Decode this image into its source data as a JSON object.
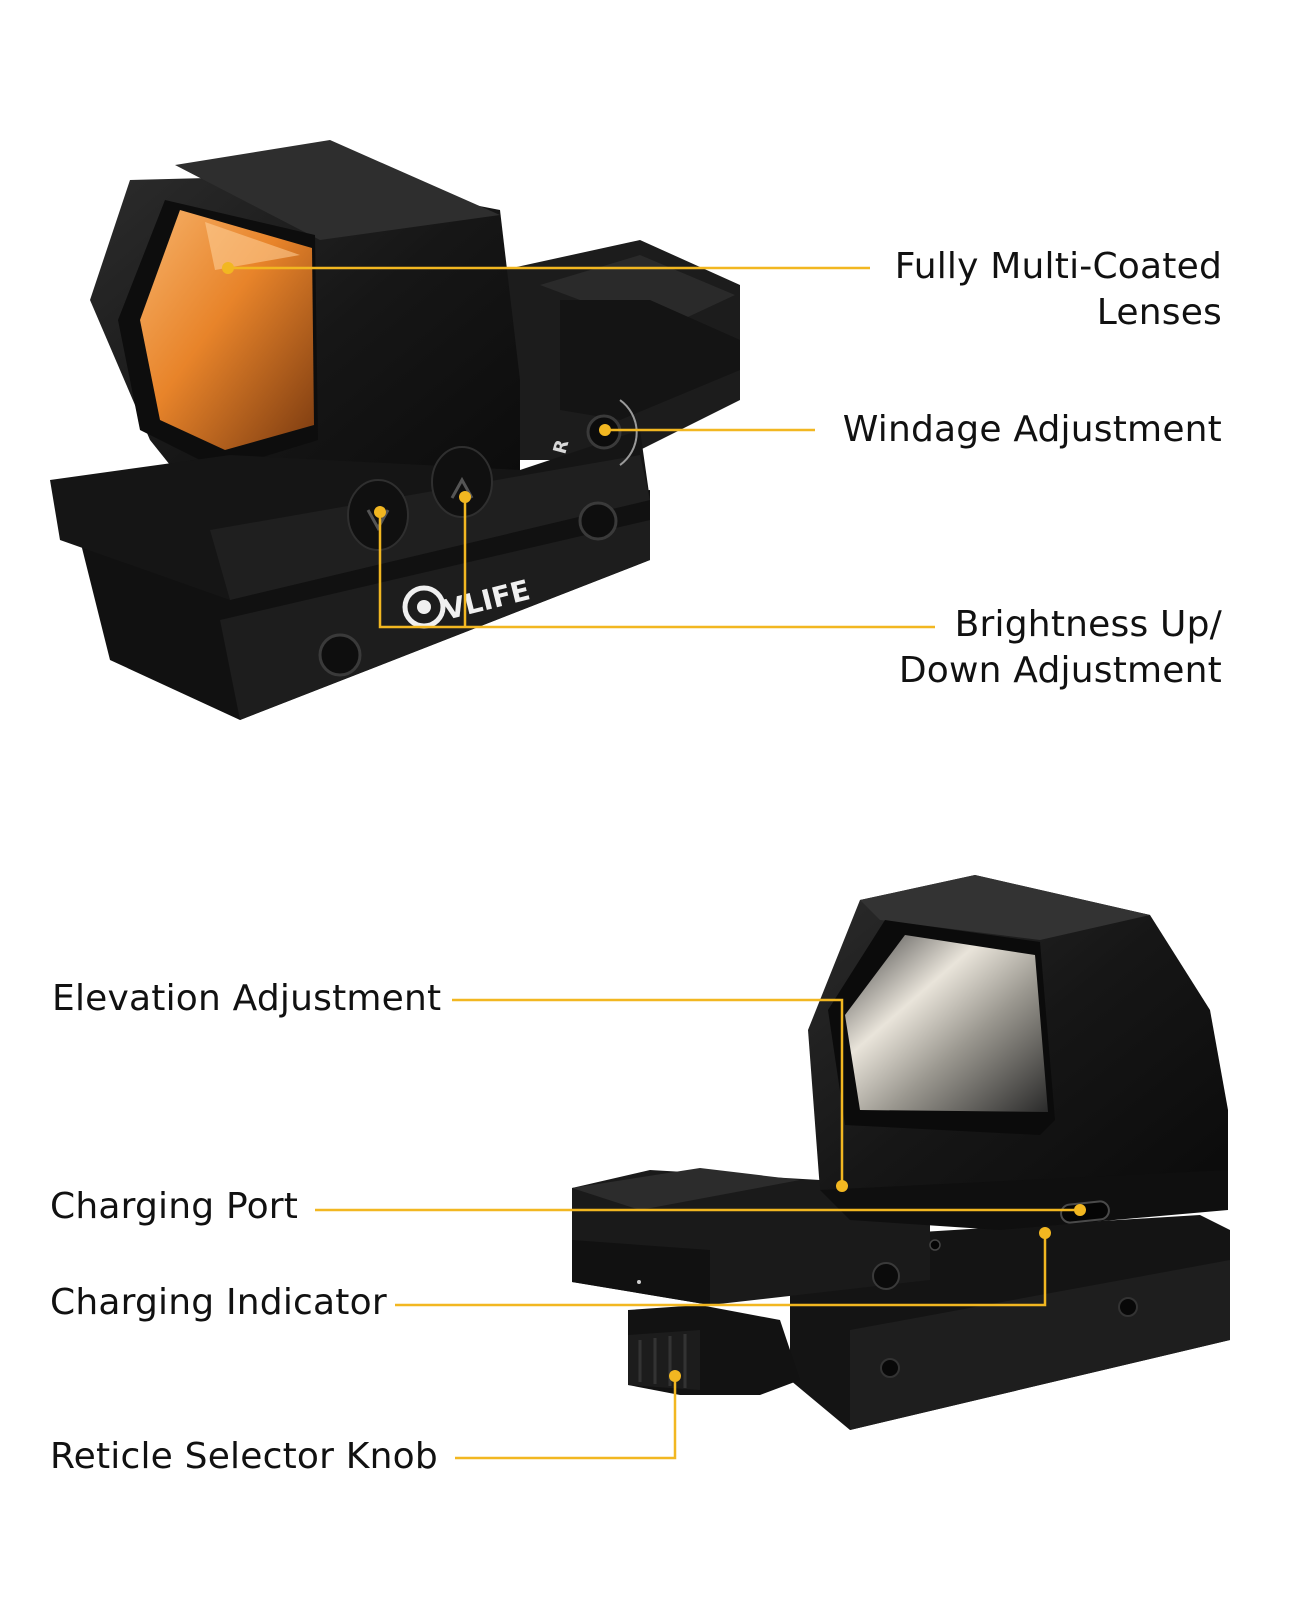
{
  "colors": {
    "accent": "#f2b721",
    "body": "#161616",
    "lens": "#e8842a"
  },
  "brand": {
    "logo_text": "VLIFE",
    "logo_mark": "CVLIFE logo",
    "mark_r": "R"
  },
  "callouts_top": [
    {
      "id": "lenses",
      "lines": [
        "Fully Multi-Coated",
        "Lenses"
      ]
    },
    {
      "id": "windage",
      "lines": [
        "Windage Adjustment"
      ]
    },
    {
      "id": "brightness",
      "lines": [
        "Brightness Up/",
        "Down Adjustment"
      ]
    }
  ],
  "callouts_bottom": [
    {
      "id": "elevation",
      "lines": [
        "Elevation Adjustment"
      ]
    },
    {
      "id": "charging-port",
      "lines": [
        "Charging Port"
      ]
    },
    {
      "id": "charging-indicator",
      "lines": [
        "Charging Indicator"
      ]
    },
    {
      "id": "reticle-knob",
      "lines": [
        "Reticle Selector Knob"
      ]
    }
  ]
}
